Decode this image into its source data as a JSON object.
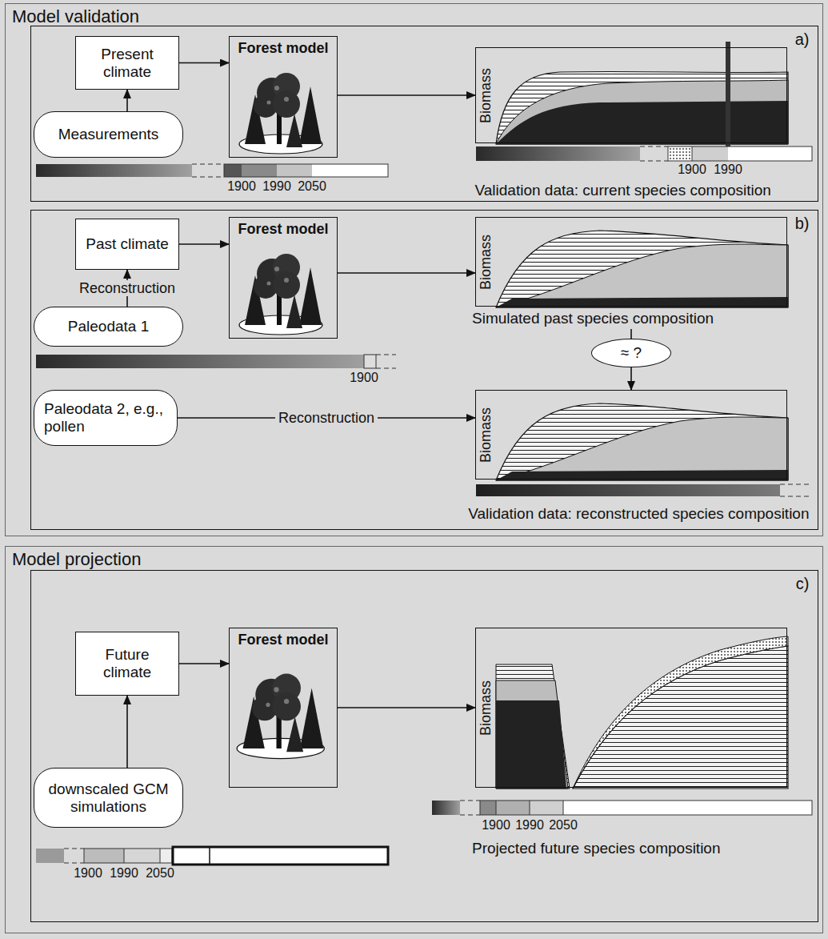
{
  "diagram": {
    "nodes": [
      {
        "text": [
          "Model validation"
        ]
      },
      {
        "text": [
          "a)",
          "Validation data: current species composition"
        ],
        "in": 0
      },
      {
        "text": [
          "Present climate"
        ],
        "in": 1
      },
      {
        "text": [
          "Forest model"
        ],
        "in": 1
      },
      {
        "text": [
          "Measurements"
        ],
        "in": 1
      },
      {
        "text": [
          "Biomass"
        ],
        "in": 1
      },
      {
        "text": [
          "b)",
          "Validation data: reconstructed species composition"
        ],
        "in": 0
      },
      {
        "text": [
          "Past climate"
        ],
        "in": 6
      },
      {
        "text": [
          "Forest model"
        ],
        "in": 6
      },
      {
        "text": [
          "Paleodata 1"
        ],
        "in": 6
      },
      {
        "text": [
          "Paleodata 2, e.g., pollen"
        ],
        "in": 6
      },
      {
        "text": [
          "Biomass",
          "Simulated past species composition"
        ],
        "in": 6
      },
      {
        "text": [
          "≈ ?"
        ],
        "in": 6
      },
      {
        "text": [
          "Biomass"
        ],
        "in": 6
      },
      {
        "text": [
          "Model projection"
        ]
      },
      {
        "text": [
          "c)"
        ],
        "in": 14
      },
      {
        "text": [
          "Future climate"
        ],
        "in": 15
      },
      {
        "text": [
          "Forest model"
        ],
        "in": 15
      },
      {
        "text": [
          "downscaled GCM simulations"
        ],
        "in": 15
      },
      {
        "text": [
          "Biomass",
          "Projected future species composition"
        ],
        "in": 15
      }
    ],
    "edges": [
      {
        "from": 4,
        "to": 2,
        "arrow": "to"
      },
      {
        "from": 2,
        "to": 3,
        "arrow": "to"
      },
      {
        "from": 3,
        "to": 5,
        "arrow": "to"
      },
      {
        "from": 9,
        "to": 7,
        "label": "Reconstruction",
        "arrow": "to"
      },
      {
        "from": 7,
        "to": 8,
        "arrow": "to"
      },
      {
        "from": 8,
        "to": 11,
        "arrow": "to"
      },
      {
        "from": 11,
        "to": 12,
        "arrow": "none"
      },
      {
        "from": 12,
        "to": 13,
        "arrow": "to"
      },
      {
        "from": 10,
        "to": 13,
        "label": "Reconstruction",
        "arrow": "to"
      },
      {
        "from": 18,
        "to": 16,
        "arrow": "to"
      },
      {
        "from": 16,
        "to": 17,
        "arrow": "to"
      },
      {
        "from": 17,
        "to": 19,
        "arrow": "to"
      }
    ],
    "labels": [
      "1900",
      "1990",
      "2050",
      "1900",
      "1990",
      "1900",
      "1900",
      "1990",
      "2050",
      "1900",
      "1990",
      "2050"
    ]
  }
}
